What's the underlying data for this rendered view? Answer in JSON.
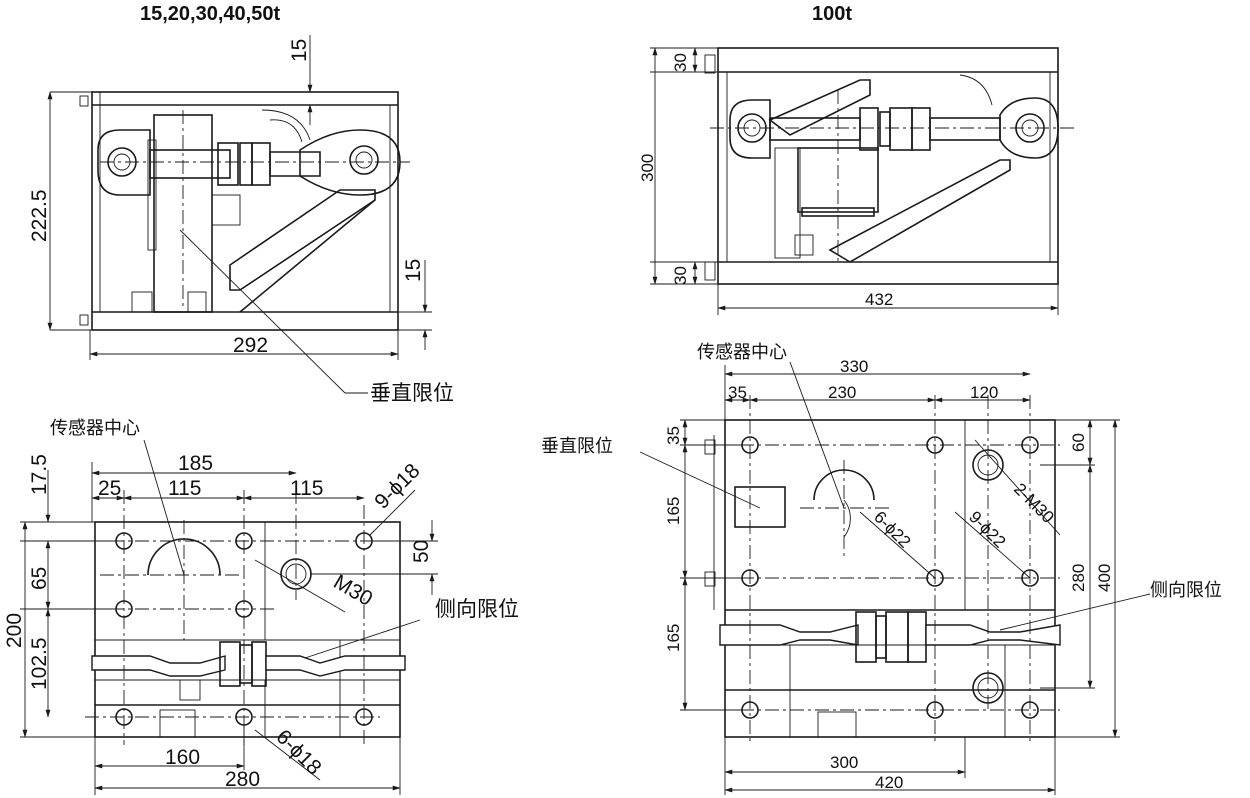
{
  "titles": {
    "left": "15,20,30,40,50t",
    "right": "100t"
  },
  "labels": {
    "vertical_limit": "垂直限位",
    "sensor_center": "传感器中心",
    "lateral_limit": "侧向限位"
  },
  "left_front": {
    "top_15": "15",
    "height_222_5": "222.5",
    "bottom_15": "15",
    "width_292": "292"
  },
  "left_plan": {
    "d17_5": "17.5",
    "d185": "185",
    "d25": "25",
    "d115a": "115",
    "d115b": "115",
    "holes_9_phi18": "9-ϕ18",
    "d50": "50",
    "d65": "65",
    "thread_m30": "M30",
    "d200": "200",
    "d102_5": "102.5",
    "holes_6_phi18": "6-ϕ18",
    "d160": "160",
    "d280": "280"
  },
  "right_front": {
    "top_30": "30",
    "height_300": "300",
    "bottom_30": "30",
    "width_432": "432"
  },
  "right_plan": {
    "d330": "330",
    "d35a": "35",
    "d230": "230",
    "d120": "120",
    "d35b": "35",
    "d60": "60",
    "d165a": "165",
    "d165b": "165",
    "thread_2m30": "2-M30",
    "holes_6_phi22": "6-ϕ22",
    "holes_9_phi22": "9-ϕ22",
    "d280": "280",
    "d400": "400",
    "d300": "300",
    "d420": "420"
  }
}
